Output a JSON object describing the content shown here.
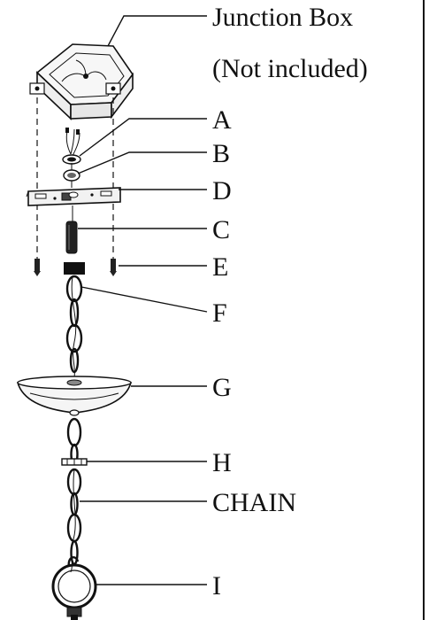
{
  "diagram": {
    "labels": {
      "junction_line1": "Junction Box",
      "junction_line2": "(Not included)",
      "a": "A",
      "b": "B",
      "d": "D",
      "c": "C",
      "e": "E",
      "f": "F",
      "g": "G",
      "h": "H",
      "chain": "CHAIN",
      "i": "I"
    }
  }
}
